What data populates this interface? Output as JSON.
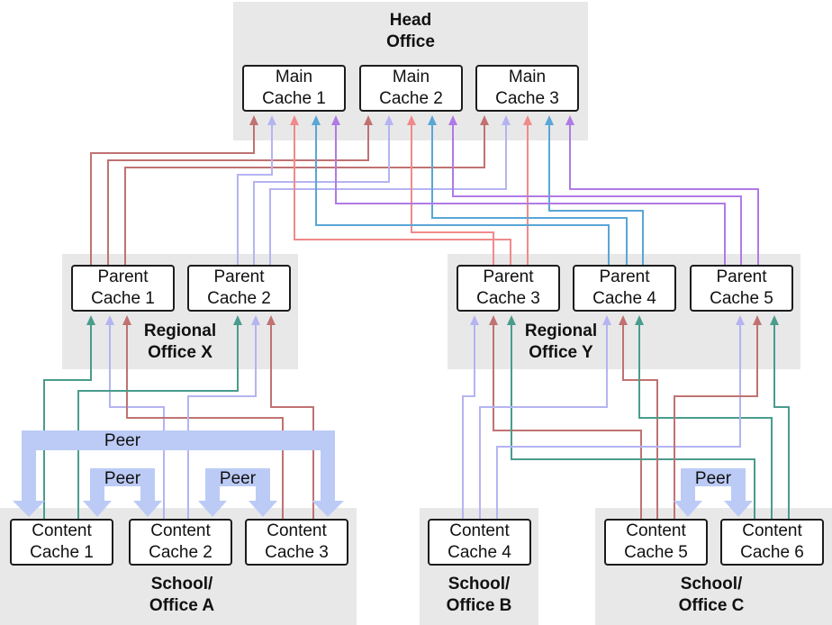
{
  "regions": {
    "head": {
      "line1": "Head",
      "line2": "Office"
    },
    "regional_x": {
      "line1": "Regional",
      "line2": "Office X"
    },
    "regional_y": {
      "line1": "Regional",
      "line2": "Office Y"
    },
    "school_a": {
      "line1": "School/",
      "line2": "Office A"
    },
    "school_b": {
      "line1": "School/",
      "line2": "Office B"
    },
    "school_c": {
      "line1": "School/",
      "line2": "Office C"
    }
  },
  "main": [
    {
      "line1": "Main",
      "line2": "Cache 1"
    },
    {
      "line1": "Main",
      "line2": "Cache 2"
    },
    {
      "line1": "Main",
      "line2": "Cache 3"
    }
  ],
  "parent": [
    {
      "line1": "Parent",
      "line2": "Cache 1"
    },
    {
      "line1": "Parent",
      "line2": "Cache 2"
    },
    {
      "line1": "Parent",
      "line2": "Cache 3"
    },
    {
      "line1": "Parent",
      "line2": "Cache 4"
    },
    {
      "line1": "Parent",
      "line2": "Cache 5"
    }
  ],
  "content": [
    {
      "line1": "Content",
      "line2": "Cache 1"
    },
    {
      "line1": "Content",
      "line2": "Cache 2"
    },
    {
      "line1": "Content",
      "line2": "Cache 3"
    },
    {
      "line1": "Content",
      "line2": "Cache 4"
    },
    {
      "line1": "Content",
      "line2": "Cache 5"
    },
    {
      "line1": "Content",
      "line2": "Cache 6"
    }
  ],
  "peer_labels": [
    "Peer",
    "Peer",
    "Peer",
    "Peer"
  ],
  "colors": {
    "brown": "#c07272",
    "lavender": "#b4b4f2",
    "salmon": "#f08a8a",
    "blue": "#5aa6d6",
    "purple": "#b07ae6",
    "teal": "#4a9c8c",
    "peer": "#bccbf6",
    "region_bg": "#e8e8e8"
  }
}
